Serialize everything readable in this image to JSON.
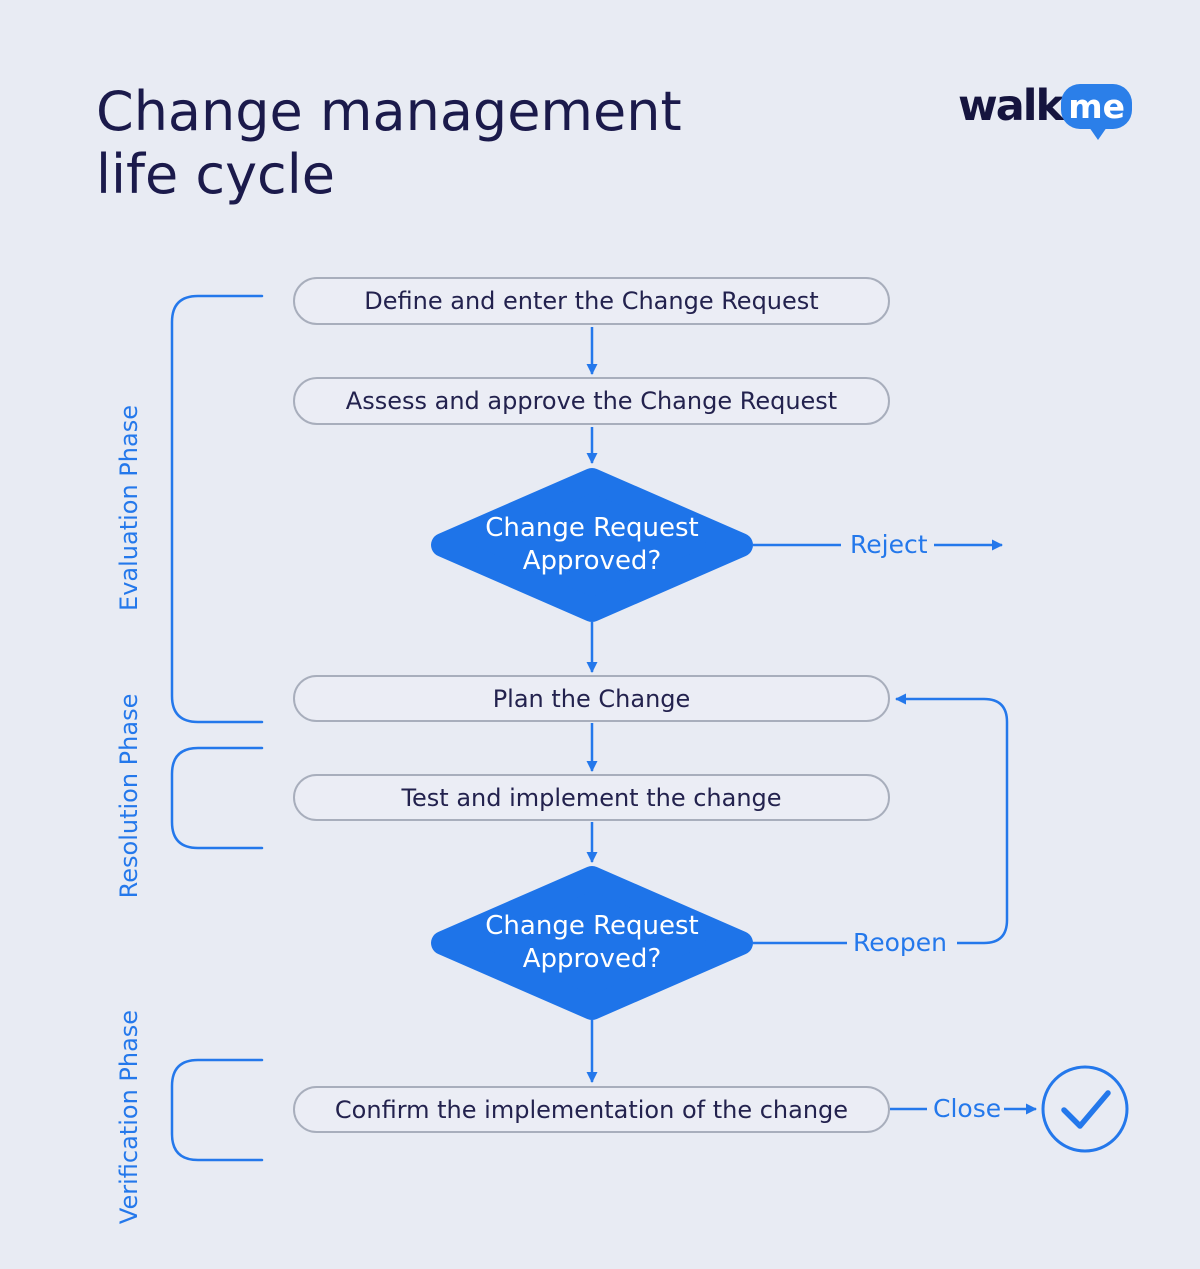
{
  "header": {
    "title_lines": [
      "Change management",
      "life cycle"
    ],
    "logo": {
      "walk": "walk",
      "me": "me"
    }
  },
  "phases": [
    {
      "label": "Evaluation Phase"
    },
    {
      "label": "Resolution Phase"
    },
    {
      "label": "Verification Phase"
    }
  ],
  "flow": {
    "nodes": [
      {
        "id": "define",
        "type": "process",
        "label": "Define and enter the Change Request"
      },
      {
        "id": "assess",
        "type": "process",
        "label": "Assess and approve the Change Request"
      },
      {
        "id": "decision-1",
        "type": "decision",
        "label": "Change Request Approved?"
      },
      {
        "id": "plan",
        "type": "process",
        "label": "Plan the Change"
      },
      {
        "id": "test",
        "type": "process",
        "label": "Test and implement the change"
      },
      {
        "id": "decision-2",
        "type": "decision",
        "label": "Change Request Approved?"
      },
      {
        "id": "confirm",
        "type": "process",
        "label": "Confirm the implementation of the change"
      }
    ],
    "edge_labels": {
      "reject": "Reject",
      "reopen": "Reopen",
      "close": "Close"
    }
  },
  "colors": {
    "background": "#E8EBF3",
    "node_fill": "#EBEDF5",
    "node_border": "#A8AEBC",
    "node_text": "#23224E",
    "decision_fill": "#1E74E9",
    "decision_text": "#FFFFFF",
    "connector": "#2478EB",
    "title_text": "#1B1A4B",
    "logo_navy": "#15143E",
    "logo_bubble": "#2B7FE9"
  }
}
